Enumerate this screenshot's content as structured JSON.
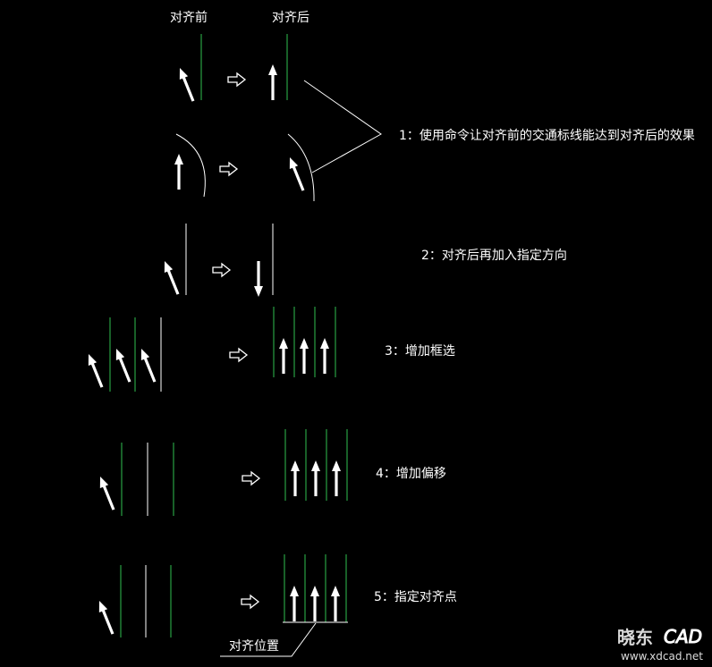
{
  "colors": {
    "background": "#000000",
    "guide_line": "#2fbf4f",
    "arrow": "#ffffff",
    "text": "#ffffff"
  },
  "header": {
    "before": "对齐前",
    "after": "对齐后"
  },
  "steps": [
    {
      "label": "1：使用命令让对齐前的交通标线能达到对齐后的效果"
    },
    {
      "label": "2：对齐后再加入指定方向"
    },
    {
      "label": "3：增加框选"
    },
    {
      "label": "4：增加偏移"
    },
    {
      "label": "5：指定对齐点"
    }
  ],
  "callout": "对齐位置",
  "watermark": {
    "brand": "晓东",
    "brand_latin": "CAD",
    "url": "www.xdcad.net"
  }
}
